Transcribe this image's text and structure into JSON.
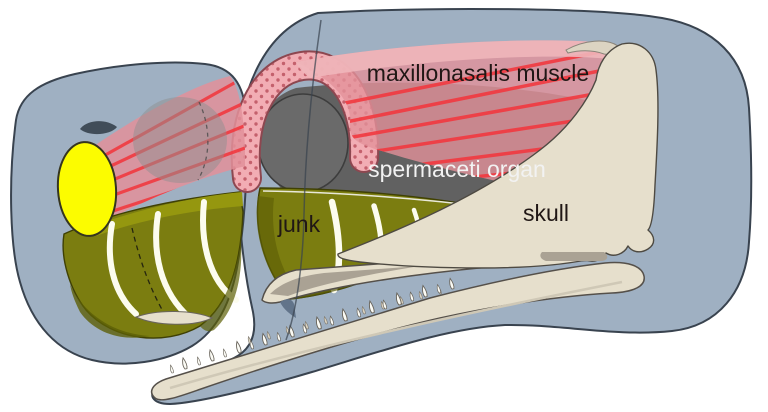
{
  "labels": {
    "muscle": "maxillonasalis muscle",
    "spermaceti": "spermaceti organ",
    "junk": "junk",
    "skull": "skull"
  },
  "colors": {
    "body": "#9fb0c2",
    "outline": "#39434f",
    "muscle_pink": "#e2919a",
    "muscle_stripe_red": "#f1393f",
    "muscle_light_pink": "#f0b6ba",
    "muscle_dot_arch": "#f2adb4",
    "muscle_dot": "#c4606c",
    "arch_edge": "#8d4750",
    "spermaceti_gray": "#616161",
    "front_circle_gray": "#6a6a6a",
    "junk_olive": "#7b7d10",
    "junk_highlight": "#95970f",
    "junk_shadow": "#5d5f06",
    "junk_stripe": "#fcfcee",
    "bone_beige": "#e6dfcc",
    "bone_shadow": "#aaa294",
    "bone_light": "#dcd4c2",
    "yellow_front": "#fcfc00",
    "tooth_white": "#fbfbf5",
    "blowhole_dark": "#414d59",
    "notch_blue": "#62748a",
    "label_dark": "#201715",
    "label_white": "#f2f2f2"
  }
}
